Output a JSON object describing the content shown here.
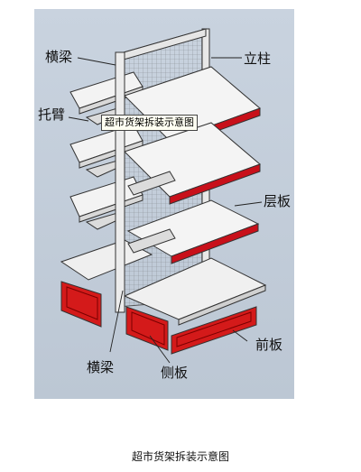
{
  "labels": {
    "crossbeam_top": "横梁",
    "upright": "立柱",
    "bracket": "托臂",
    "shelf": "层板",
    "crossbeam_bottom": "横梁",
    "side_panel": "侧板",
    "front_panel": "前板"
  },
  "tooltip": "超市货架拆装示意图",
  "caption": "超市货架拆装示意图",
  "colors": {
    "background": "#c4cfdc",
    "shelf_top": "#f2f2f2",
    "shelf_edge": "#c8101a",
    "panel": "#d41a1a",
    "outline": "#222222"
  }
}
